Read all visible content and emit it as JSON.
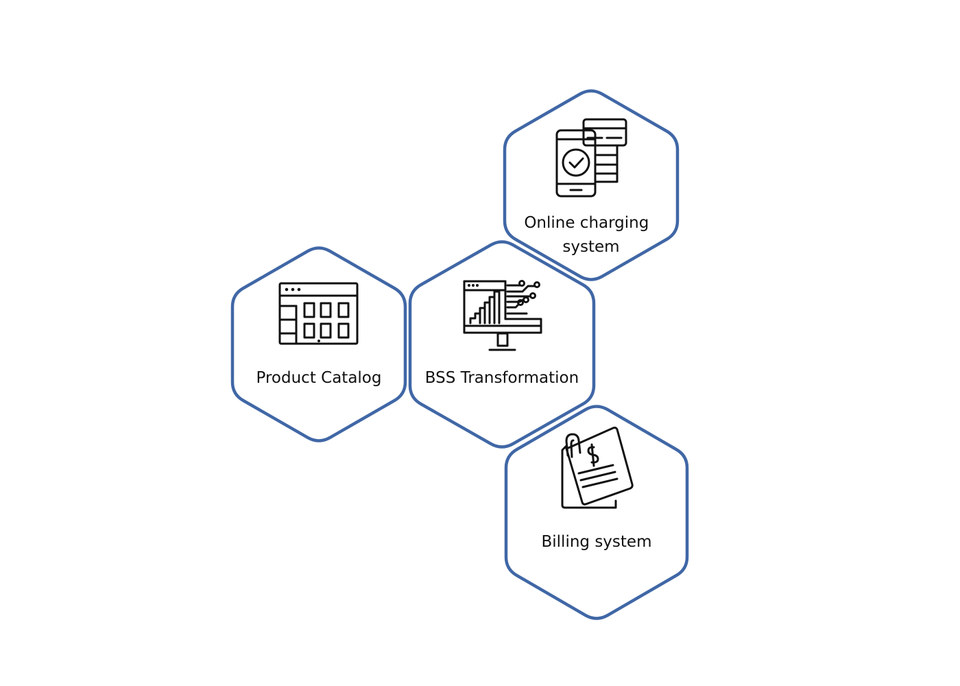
{
  "diagram": {
    "nodes": [
      {
        "id": "online-charging",
        "label_lines": [
          "Online charging",
          "system"
        ],
        "icon": "mobile-card-payment-icon"
      },
      {
        "id": "product-catalog",
        "label_lines": [
          "Product Catalog"
        ],
        "icon": "catalog-grid-icon"
      },
      {
        "id": "bss-transformation",
        "label_lines": [
          "BSS Transformation"
        ],
        "icon": "monitor-chart-circuit-icon"
      },
      {
        "id": "billing",
        "label_lines": [
          "Billing system"
        ],
        "icon": "invoice-dollar-icon"
      }
    ],
    "colors": {
      "hex_stroke": "#4067a6",
      "hex_fill": "#ffffff",
      "icon_stroke": "#111111",
      "text": "#111111"
    }
  }
}
